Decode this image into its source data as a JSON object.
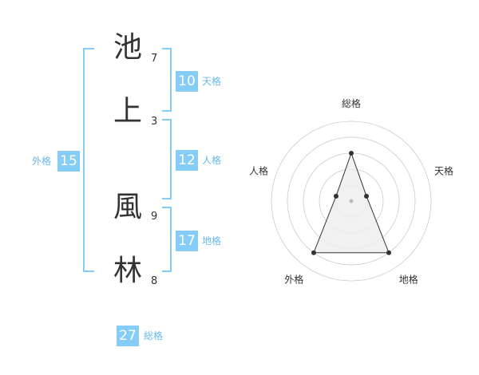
{
  "name": {
    "chars": [
      {
        "char": "池",
        "strokes": "7"
      },
      {
        "char": "上",
        "strokes": "3"
      },
      {
        "char": "風",
        "strokes": "9"
      },
      {
        "char": "林",
        "strokes": "8"
      }
    ]
  },
  "kaku": {
    "tenkaku": {
      "value": "10",
      "label": "天格"
    },
    "jinkaku": {
      "value": "12",
      "label": "人格"
    },
    "chikaku": {
      "value": "17",
      "label": "地格"
    },
    "gaikaku": {
      "value": "15",
      "label": "外格"
    },
    "soukaku": {
      "value": "27",
      "label": "総格"
    }
  },
  "chart_data": {
    "type": "radar",
    "axes": [
      "総格",
      "天格",
      "地格",
      "外格",
      "人格"
    ],
    "values": [
      3,
      1,
      4,
      4,
      1
    ],
    "max": 5,
    "rings": 5,
    "grid": true,
    "colors": {
      "fill": "#eeeeee",
      "line": "#333333",
      "grid": "#cccccc",
      "point": "#333333"
    }
  },
  "colors": {
    "accent": "#85cdf6",
    "label": "#68b8ea",
    "text": "#333333"
  }
}
